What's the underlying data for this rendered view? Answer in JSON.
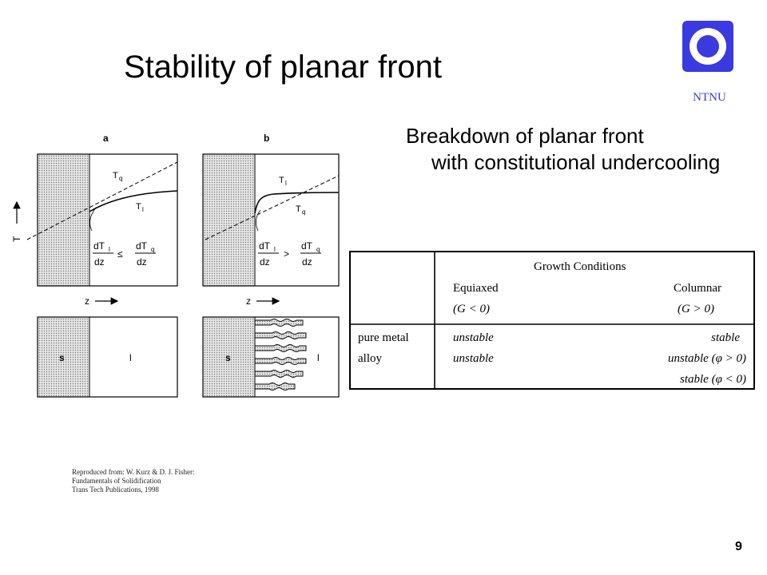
{
  "slide": {
    "title": "Stability of planar front",
    "logo_text": "NTNU",
    "bullet": {
      "line1": "Breakdown of planar front",
      "line2": "with constitutional undercooling"
    },
    "page_number": "9",
    "caption": [
      "Reproduced from: W. Kurz & D. J. Fisher:",
      "Fundamentals of Solidification",
      "Trans Tech Publications, 1998"
    ],
    "colors": {
      "logo": "#3a3ae0",
      "logo_text": "#3a3ad8"
    }
  },
  "figure": {
    "panel_a": "a",
    "panel_b": "b",
    "axis_T": "T",
    "axis_z": "z",
    "Tq": "T",
    "Tq_sub": "q",
    "Tl": "T",
    "Tl_sub": "l",
    "solid": "s",
    "liquid": "l",
    "dT": "dT",
    "dT_sub_l": "l",
    "dT_sub_q": "q",
    "dz": "dz",
    "rel_a": "≤",
    "rel_b": ">"
  },
  "table": {
    "header": "Growth Conditions",
    "col1": "Equiaxed",
    "col1_cond": "(G < 0)",
    "col2": "Columnar",
    "col2_cond": "(G > 0)",
    "rows": [
      {
        "label": "pure metal",
        "equiaxed": "unstable",
        "columnar": "stable"
      },
      {
        "label": "alloy",
        "equiaxed": "unstable",
        "columnar": "unstable (φ > 0)"
      },
      {
        "label": "",
        "equiaxed": "",
        "columnar": "stable (φ < 0)"
      }
    ]
  }
}
